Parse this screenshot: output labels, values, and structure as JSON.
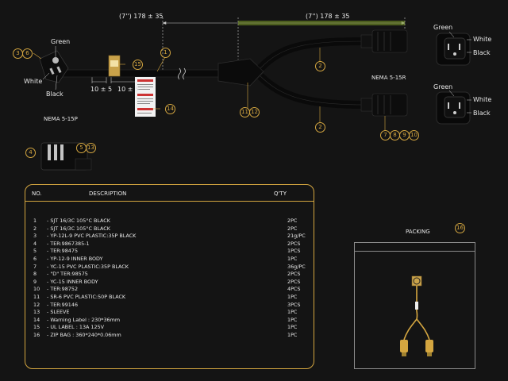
{
  "dimensions": {
    "left_span": "(7'') 178 ± 35",
    "right_span": "(7'') 178 ± 35",
    "gap_a": "10 ± 5",
    "gap_b": "10 ± 5"
  },
  "wire_labels": {
    "plug_green": "Green",
    "plug_white": "White",
    "plug_black": "Black",
    "top_green": "Green",
    "top_white": "White",
    "top_black": "Black",
    "bot_green": "Green",
    "bot_white": "White",
    "bot_black": "Black"
  },
  "connector_labels": {
    "plug": "NEMA 5-15P",
    "receptacle": "NEMA 5-15R"
  },
  "balloons": {
    "b3": "3",
    "b6": "6",
    "b1": "1",
    "b15": "15",
    "b14": "14",
    "b2a": "2",
    "b2b": "2",
    "b11": "11",
    "b12": "12",
    "b7": "7",
    "b8": "8",
    "b9": "9",
    "b10": "10",
    "b4": "4",
    "b5": "5",
    "b13": "13",
    "b16": "16"
  },
  "bom": {
    "col_no": "NO.",
    "col_desc": "DESCRIPTION",
    "col_qty": "Q'TY",
    "rows": [
      {
        "no": "1",
        "desc": "- SJT 16/3C 105°C BLACK",
        "qty": "2PC"
      },
      {
        "no": "2",
        "desc": "- SJT 16/3C 105°C BLACK",
        "qty": "2PC"
      },
      {
        "no": "3",
        "desc": "- YP-12L-9 PVC PLASTIC:35P BLACK",
        "qty": "21g/PC"
      },
      {
        "no": "4",
        "desc": "- TER:9867385-1",
        "qty": "2PCS"
      },
      {
        "no": "5",
        "desc": "- TER:98475",
        "qty": "1PCS"
      },
      {
        "no": "6",
        "desc": "- YP-12-9 INNER BODY",
        "qty": "1PC"
      },
      {
        "no": "7",
        "desc": "- YC-15 PVC PLASTIC:35P BLACK",
        "qty": "36g/PC"
      },
      {
        "no": "8",
        "desc": "- \"D\" TER:98575",
        "qty": "2PCS"
      },
      {
        "no": "9",
        "desc": "- YC-15 INNER BODY",
        "qty": "2PCS"
      },
      {
        "no": "10",
        "desc": "- TER:98752",
        "qty": "4PCS"
      },
      {
        "no": "11",
        "desc": "- SR-6 PVC PLASTIC:50P BLACK",
        "qty": "1PC"
      },
      {
        "no": "12",
        "desc": "- TER:99146",
        "qty": "3PCS"
      },
      {
        "no": "13",
        "desc": "- SLEEVE",
        "qty": "1PC"
      },
      {
        "no": "14",
        "desc": "- Warning Label : 230*36mm",
        "qty": "1PC"
      },
      {
        "no": "15",
        "desc": "- UL LABEL : 13A 125V",
        "qty": "1PC"
      },
      {
        "no": "16",
        "desc": "- ZIP BAG : 360*240*0.06mm",
        "qty": "1PC"
      }
    ]
  },
  "packing": {
    "title": "PACKING"
  },
  "colors": {
    "accent": "#d4a640",
    "background": "#141414",
    "cable": "#0a0a0a",
    "text": "#e8e8e8"
  }
}
